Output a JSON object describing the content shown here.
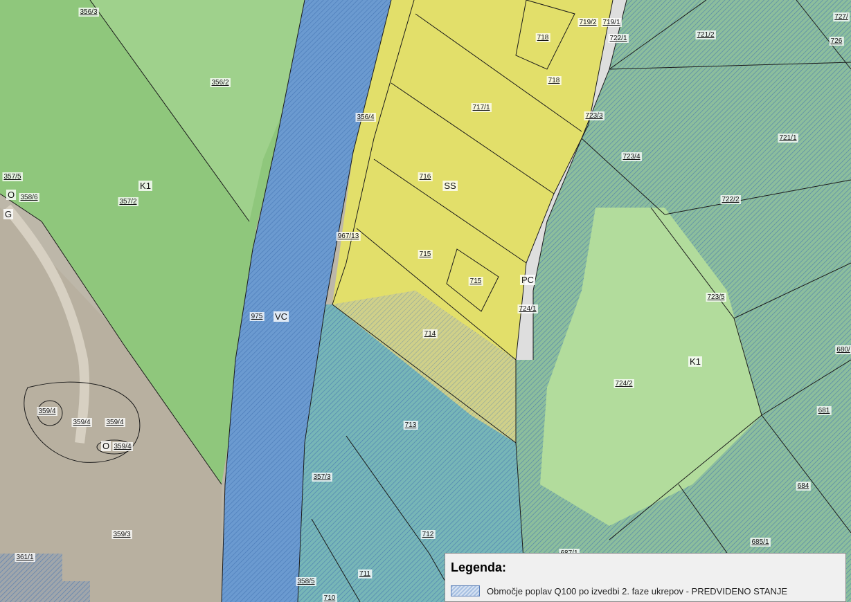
{
  "colors": {
    "background_aerial": "#b9b4a8",
    "zone_k1_green": "#9fd08e",
    "zone_ss_yellow": "#e8e36e",
    "zone_vc_blue": "#6a9fd0",
    "zone_pc_road": "#dcdcdc",
    "flood_hatch_blue": "#5a86c4",
    "zone_teal": "#7cc4b1",
    "parcel_line": "#1a1a1a"
  },
  "parcels": [
    {
      "id": "p-356-3",
      "label": "356/3"
    },
    {
      "id": "p-356-2",
      "label": "356/2"
    },
    {
      "id": "p-356-4",
      "label": "356/4"
    },
    {
      "id": "p-357-5",
      "label": "357/5"
    },
    {
      "id": "p-358-6",
      "label": "358/6"
    },
    {
      "id": "p-357-2",
      "label": "357/2"
    },
    {
      "id": "p-967-13",
      "label": "967/13"
    },
    {
      "id": "p-975",
      "label": "975"
    },
    {
      "id": "p-359-4a",
      "label": "359/4"
    },
    {
      "id": "p-359-4b",
      "label": "359/4"
    },
    {
      "id": "p-359-4c",
      "label": "359/4"
    },
    {
      "id": "p-359-4d",
      "label": "359/4"
    },
    {
      "id": "p-357-3",
      "label": "357/3"
    },
    {
      "id": "p-359-3",
      "label": "359/3"
    },
    {
      "id": "p-361-1",
      "label": "361/1"
    },
    {
      "id": "p-358-5",
      "label": "358/5"
    },
    {
      "id": "p-710",
      "label": "710"
    },
    {
      "id": "p-711",
      "label": "711"
    },
    {
      "id": "p-712",
      "label": "712"
    },
    {
      "id": "p-713",
      "label": "713"
    },
    {
      "id": "p-714",
      "label": "714"
    },
    {
      "id": "p-715a",
      "label": "715"
    },
    {
      "id": "p-715b",
      "label": "715"
    },
    {
      "id": "p-716",
      "label": "716"
    },
    {
      "id": "p-717-1",
      "label": "717/1"
    },
    {
      "id": "p-718a",
      "label": "718"
    },
    {
      "id": "p-718b",
      "label": "718"
    },
    {
      "id": "p-719-2",
      "label": "719/2"
    },
    {
      "id": "p-719-1",
      "label": "719/1"
    },
    {
      "id": "p-722-1",
      "label": "722/1"
    },
    {
      "id": "p-721-2",
      "label": "721/2"
    },
    {
      "id": "p-727",
      "label": "727/"
    },
    {
      "id": "p-726",
      "label": "726"
    },
    {
      "id": "p-721-1",
      "label": "721/1"
    },
    {
      "id": "p-723-3",
      "label": "723/3"
    },
    {
      "id": "p-723-4",
      "label": "723/4"
    },
    {
      "id": "p-722-2",
      "label": "722/2"
    },
    {
      "id": "p-723-5",
      "label": "723/5"
    },
    {
      "id": "p-724-1",
      "label": "724/1"
    },
    {
      "id": "p-724-2",
      "label": "724/2"
    },
    {
      "id": "p-680",
      "label": "680/"
    },
    {
      "id": "p-681",
      "label": "681"
    },
    {
      "id": "p-684",
      "label": "684"
    },
    {
      "id": "p-685-1",
      "label": "685/1"
    },
    {
      "id": "p-687-1",
      "label": "687/1"
    }
  ],
  "zones": [
    {
      "id": "z-k1-west",
      "label": "K1"
    },
    {
      "id": "z-o-1",
      "label": "O"
    },
    {
      "id": "z-g",
      "label": "G"
    },
    {
      "id": "z-ss",
      "label": "SS"
    },
    {
      "id": "z-pc",
      "label": "PC"
    },
    {
      "id": "z-vc",
      "label": "VC"
    },
    {
      "id": "z-k1-east",
      "label": "K1"
    },
    {
      "id": "z-o-2",
      "label": "O"
    }
  ],
  "legend": {
    "title": "Legenda:",
    "items": [
      {
        "label": "Območje poplav Q100 po izvedbi 2. faze ukrepov - PREDVIDENO STANJE",
        "swatch": "blue-hatch"
      }
    ]
  }
}
